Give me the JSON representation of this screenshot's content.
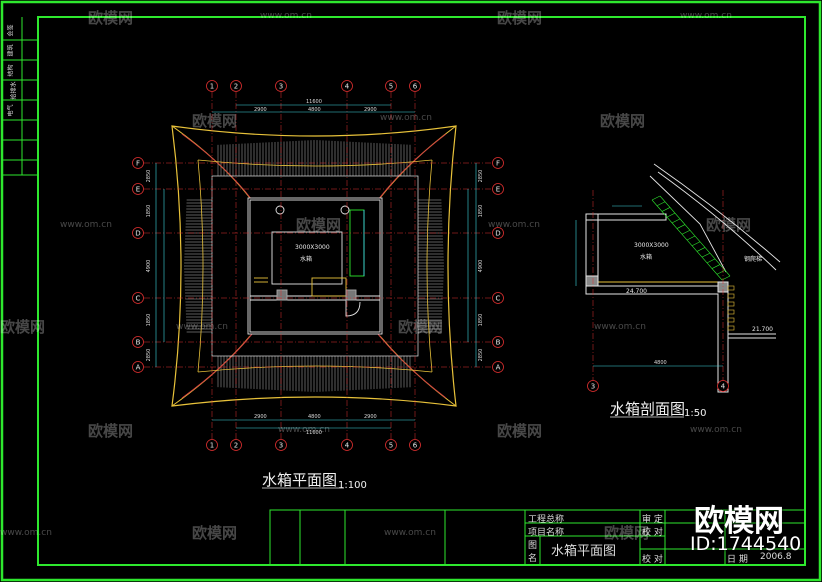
{
  "plan": {
    "title": "水箱平面图",
    "scale": "1:100",
    "col_axes": [
      "1",
      "2",
      "3",
      "4",
      "5",
      "6"
    ],
    "row_axes": [
      "F",
      "E",
      "D",
      "C",
      "B",
      "A"
    ],
    "dims_top": [
      "2900",
      "4800",
      "2900"
    ],
    "dims_bottom": [
      "2900",
      "4800",
      "2900"
    ],
    "overall": "11600",
    "dims_side": [
      "2850",
      "1850",
      "4900",
      "1850",
      "2850"
    ],
    "tank_label": "3000X3000",
    "tank_sub": "水箱"
  },
  "section": {
    "title": "水箱剖面图",
    "scale": "1:50",
    "axes": [
      "3",
      "4"
    ],
    "span_dim": "4800",
    "tank_label": "3000X3000",
    "tank_sub": "水箱",
    "ladder_note": "钢爬梯",
    "level_1": "24.700",
    "level_2": "21.700"
  },
  "title_block": {
    "project_total_label": "工程总称",
    "project_name_label": "项目名称",
    "drawing_name_label_1": "图",
    "drawing_name_label_2": "名",
    "drawing_name": "水箱平面图",
    "review_label": "审 定",
    "check_label": "校 对",
    "date_label": "日 期",
    "date_value": "2006.8",
    "stamp_label": "校 对"
  },
  "side_strip": [
    "会签",
    "建筑",
    "结构",
    "给排水",
    "电气"
  ],
  "watermark": {
    "brand": "欧模网",
    "url": "www.om.cn",
    "id": "ID:1744540"
  },
  "colors": {
    "frame": "#2ee82e",
    "roof": "#e8c23a",
    "detail": "#e6e6e6",
    "axis": "#e03030",
    "dim": "#3fd6e0"
  }
}
